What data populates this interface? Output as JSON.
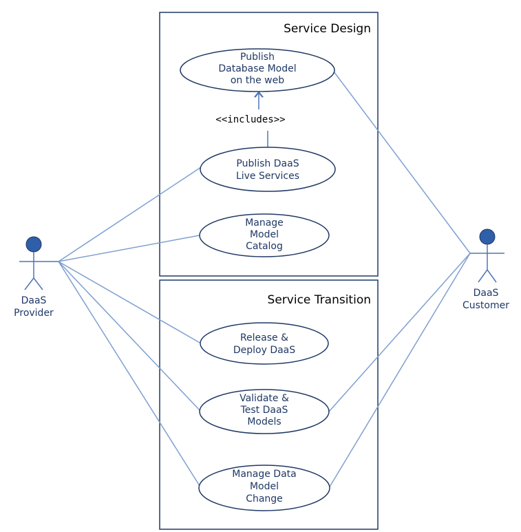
{
  "boundaries": {
    "design": {
      "title": "Service Design"
    },
    "transition": {
      "title": "Service Transition"
    }
  },
  "actors": {
    "provider": {
      "lines": [
        "DaaS",
        "Provider"
      ]
    },
    "customer": {
      "lines": [
        "DaaS",
        "Customer"
      ]
    }
  },
  "use_cases": {
    "publish_db_model": {
      "lines": [
        "Publish",
        "Database Model",
        "on the web"
      ]
    },
    "publish_live_services": {
      "lines": [
        "Publish DaaS",
        "Live Services"
      ]
    },
    "manage_catalog": {
      "lines": [
        "Manage",
        "Model",
        "Catalog"
      ]
    },
    "release_deploy": {
      "lines": [
        "Release &",
        "Deploy DaaS"
      ]
    },
    "validate_test": {
      "lines": [
        "Validate &",
        "Test DaaS",
        "Models"
      ]
    },
    "manage_change": {
      "lines": [
        "Manage Data",
        "Model",
        "Change"
      ]
    }
  },
  "relations": {
    "includes_label": "<<includes>>"
  },
  "colors": {
    "frame": "#1f3864",
    "association": "#7f9fcf",
    "actor_head": "#2e5fa8",
    "text": "#1f3864"
  }
}
